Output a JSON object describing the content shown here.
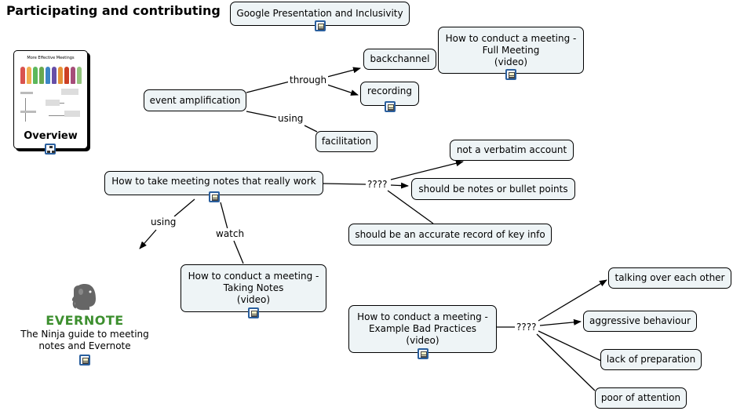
{
  "title": "Participating and contributing",
  "overview": {
    "label": "Overview",
    "thumbnail_title": "More Effective Meetings"
  },
  "nodes": {
    "google": "Google Presentation and Inclusivity",
    "full_meeting": [
      "How to conduct a meeting -",
      "Full Meeting",
      "(video)"
    ],
    "backchannel": "backchannel",
    "recording": "recording",
    "event_amplification": "event amplification",
    "facilitation": "facilitation",
    "not_verbatim": "not a verbatim account",
    "notes_bullets": "should be notes or bullet points",
    "take_notes": "How to take meeting notes that really work",
    "accurate_record": "should be an accurate record of key info",
    "taking_notes": [
      "How to conduct a meeting -",
      "Taking Notes",
      "(video)"
    ],
    "bad_practices": [
      "How to conduct a meeting -",
      "Example Bad Practices",
      "(video)"
    ],
    "talking_over": "talking over each other",
    "aggressive": "aggressive behaviour",
    "lack_prep": "lack of preparation",
    "poor_attention": "poor of attention"
  },
  "links": {
    "through": "through",
    "using_1": "using",
    "using_2": "using",
    "watch": "watch",
    "q_1": "????",
    "q_2": "????"
  },
  "evernote": {
    "logo_word": "EVERNOTE",
    "caption": "The Ninja guide to meeting\nnotes and Evernote",
    "brand_color": "#3d8f2f"
  },
  "colors": {
    "node_fill": "#eef4f6",
    "icon_blue": "#2a5f9e"
  }
}
